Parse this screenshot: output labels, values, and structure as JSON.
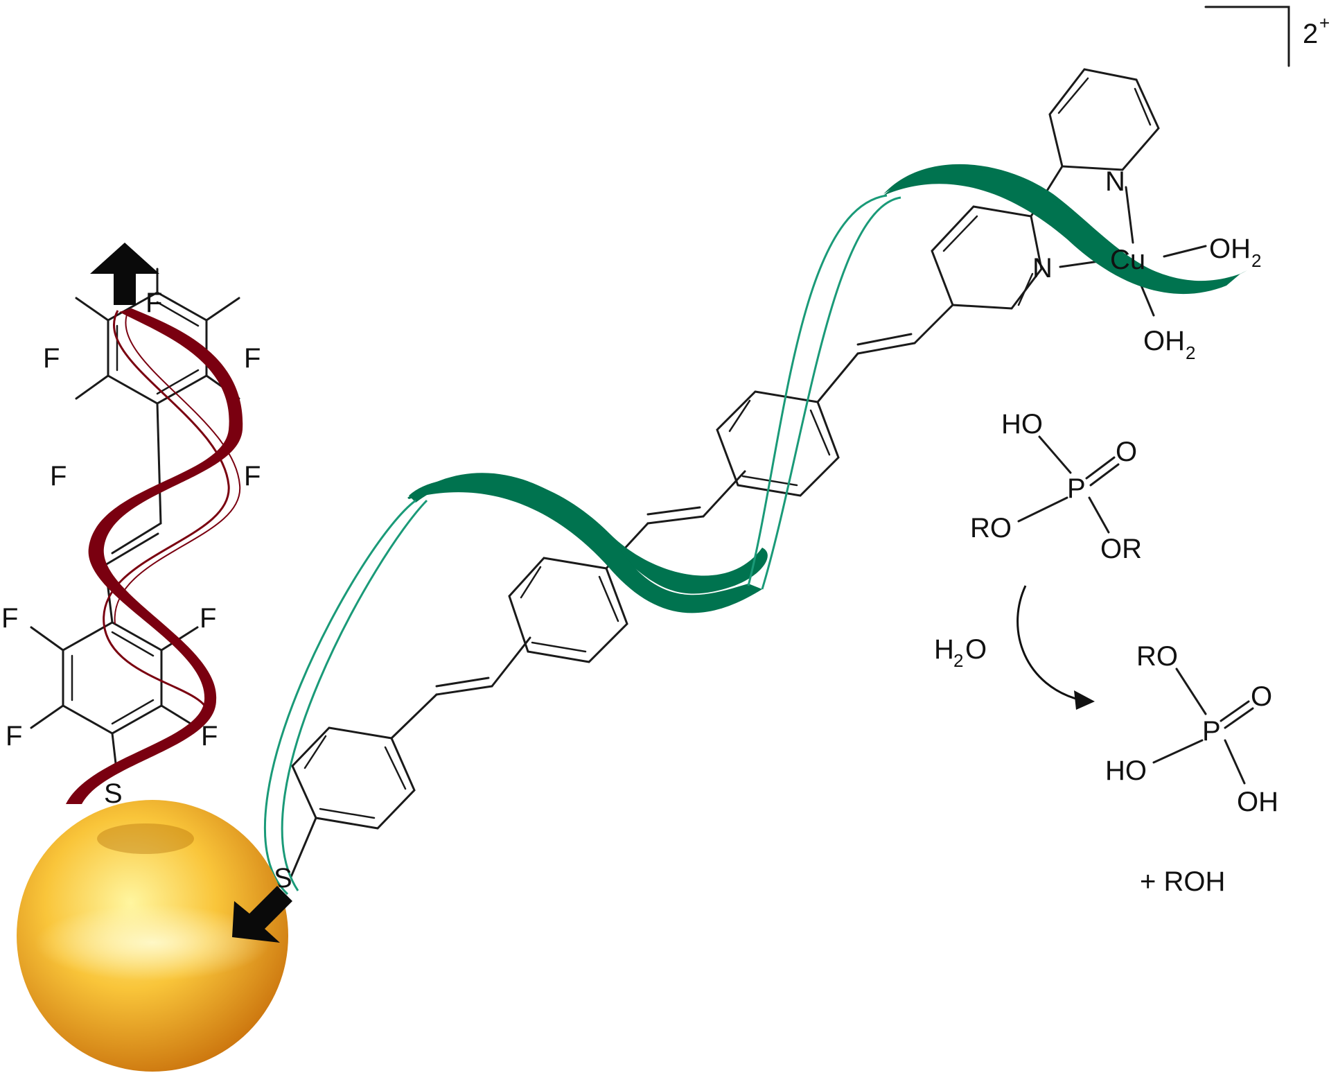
{
  "colors": {
    "red_ribbon": "#7a0010",
    "green_ribbon": "#00734f",
    "green_thread": "#1a9a78",
    "gold_light": "#fff27a",
    "gold_mid": "#f7b52c",
    "gold_dark": "#c86f0a",
    "ink": "#111111"
  },
  "charge": {
    "value": "2",
    "sign": "+"
  },
  "labels": {
    "fluorine": "F",
    "sulfur": "S",
    "nitrogen": "N",
    "copper": "Cu",
    "oxygen": "O",
    "phosphorus": "P",
    "aqua_prefix": "OH",
    "aqua_subscript": "2",
    "hydroxyl": "HO",
    "hydroxyl_right": "OH",
    "alkoxy_left": "RO",
    "alkoxy_right": "OR",
    "water_prefix": "H",
    "water_subscript": "2",
    "water_suffix": "O",
    "plus_roh": "+  ROH"
  },
  "icons": {
    "arrow_up": "thick-arrow-up-icon",
    "arrow_down_left": "thick-arrow-down-left-icon",
    "curved_arrow": "curved-reaction-arrow-icon",
    "gold_sphere": "gold-nanoparticle-icon"
  }
}
